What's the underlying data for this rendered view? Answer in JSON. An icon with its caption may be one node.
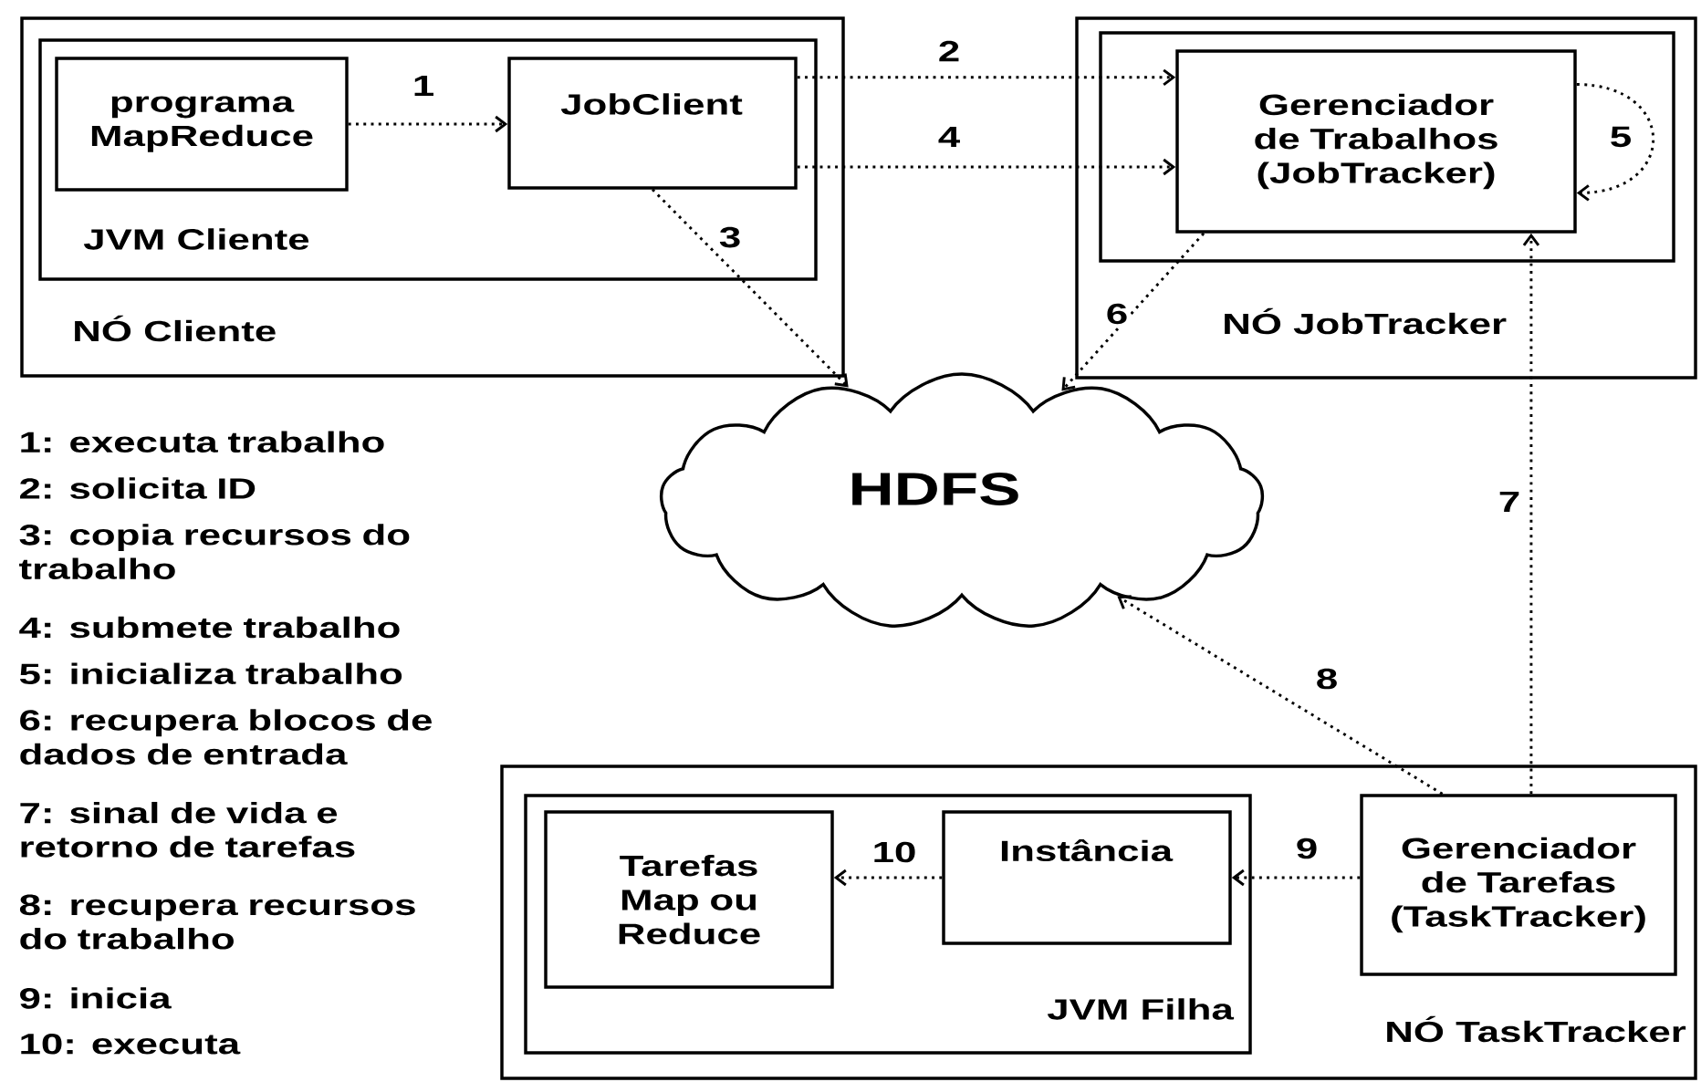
{
  "diagram": {
    "nodes": [
      {
        "text": [
          "NÓ Cliente"
        ]
      },
      {
        "text": [
          "JVM Cliente"
        ],
        "in": 0
      },
      {
        "text": [
          "programa MapReduce"
        ],
        "in": 1
      },
      {
        "text": [
          "JobClient"
        ],
        "in": 1
      },
      {
        "text": [
          "NÓ JobTracker"
        ]
      },
      {
        "text": [],
        "shape": "box",
        "in": 4
      },
      {
        "text": [
          "Gerenciador de Trabalhos (JobTracker)"
        ],
        "in": 5
      },
      {
        "text": [
          "HDFS"
        ]
      },
      {
        "text": [
          "NÓ TaskTracker"
        ]
      },
      {
        "text": [
          "JVM Filha"
        ],
        "in": 8
      },
      {
        "text": [
          "Tarefas Map ou Reduce"
        ],
        "in": 9
      },
      {
        "text": [
          "Instância"
        ],
        "in": 9
      },
      {
        "text": [
          "Gerenciador de Tarefas (TaskTracker)"
        ],
        "in": 8
      }
    ],
    "edges": [
      {
        "from": 2,
        "to": 3,
        "arrow": "to",
        "label": "1"
      },
      {
        "from": 3,
        "to": 6,
        "arrow": "to",
        "label": "2"
      },
      {
        "from": 3,
        "to": 7,
        "arrow": "to",
        "label": "3"
      },
      {
        "from": 3,
        "to": 6,
        "arrow": "to",
        "label": "4"
      },
      {
        "from": 6,
        "to": 6,
        "arrow": "to",
        "label": "5"
      },
      {
        "from": 6,
        "to": 7,
        "arrow": "to",
        "label": "6"
      },
      {
        "from": 12,
        "to": 6,
        "arrow": "to",
        "label": "7"
      },
      {
        "from": 12,
        "to": 7,
        "arrow": "to",
        "label": "8"
      },
      {
        "from": 12,
        "to": 11,
        "arrow": "to",
        "label": "9"
      },
      {
        "from": 11,
        "to": 10,
        "arrow": "to",
        "label": "10"
      }
    ],
    "labels": [
      "1: executa trabalho",
      "2: solicita ID",
      "3: copia recursos do trabalho",
      "4: submete trabalho",
      "5: inicializa trabalho",
      "6: recupera blocos de dados de entrada",
      "7: sinal de vida e retorno de tarefas",
      "8: recupera recursos do trabalho",
      "9: inicia",
      "10: executa"
    ]
  }
}
